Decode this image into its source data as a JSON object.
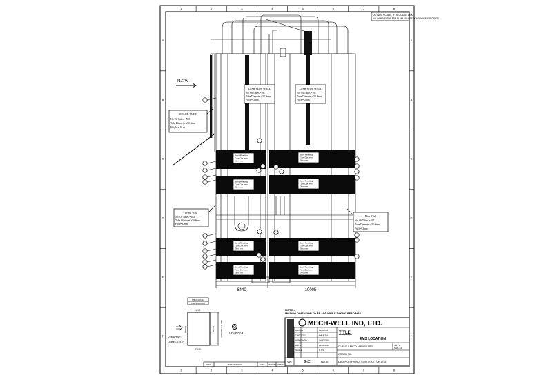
{
  "notice": {
    "line1": "DO NOT SCALE, IF IN DOUBT ASK",
    "line2": "ALL DIMENSIONS ARE IN MM UNLESS OTHERWISE SPECIFIED"
  },
  "zones": {
    "columns": [
      "1",
      "2",
      "3",
      "4",
      "5",
      "6",
      "7",
      "8"
    ],
    "rows": [
      "A",
      "B",
      "C",
      "D",
      "E",
      "F"
    ]
  },
  "flow_label": "FLOW",
  "ltsh_left": {
    "title": "LTSH SIDE WALL",
    "tubes": "No. Of Tubes =181",
    "diameter": "Tube Diameter ø50.8mm",
    "pitch": "Pitch=92mm"
  },
  "ltsh_right": {
    "title": "LTSH SIDE WALL",
    "tubes": "No. Of Tubes =181",
    "diameter": "Tube Diameter ø50.8mm",
    "pitch": "Pitch=92mm"
  },
  "boiler_tube": {
    "title": "BOILER TUBE",
    "tubes": "No. Of Tubes =780",
    "diameter": "Tube Diameter ø50.8mm",
    "height": "Height = 10 m"
  },
  "front_wall_left": {
    "title": "Front Wall",
    "tubes": "No. Of Tubes =104",
    "diameter": "Tube Diameter ø50.8mm",
    "pitch": "Pitch=92mm"
  },
  "front_wall_right": {
    "title": "Rear Wall",
    "tubes": "No. Of Tubes =104",
    "diameter": "Tube Diameter ø50.8mm",
    "pitch": "Pitch=92mm"
  },
  "band_label": {
    "line1": "Band Reading",
    "line2": "Tube Dia. mm",
    "line3": "Elev. mm"
  },
  "dimensions": {
    "left": "6440",
    "right": "10005"
  },
  "plan": {
    "top1": "T/B=6440mm",
    "top2": "L/B=10005mm",
    "lhs": "LHS",
    "rhs": "RHS",
    "front": "FRONT",
    "rear": "REAR",
    "depth": "DEPTH=10005mm",
    "viewing": "VIEWING",
    "direction": "DIRECTION",
    "chimney": "CHIMNEY"
  },
  "title_block": {
    "note_label": "NOTE:-",
    "note": "MISSING DIMENSION TO BE ADD WHILE TAKING READINGS.",
    "company": "MECH-WELL IND, LTD.",
    "rows": [
      {
        "label": "DRAWN",
        "value": "MAHESH"
      },
      {
        "label": "CHECKED",
        "value": "MAHESH"
      },
      {
        "label": "APPROVED",
        "value": "SANTOSH"
      },
      {
        "label": "DATE",
        "value": "21/09/2015"
      },
      {
        "label": "SCALE",
        "value": "N.T.S."
      }
    ],
    "title_label": "TITLE:",
    "title": "EMS LOCATION",
    "client": "CLIENT: LANCO ANPARA TPP.",
    "sheet": "SHT 1",
    "sheet2": "SIZE A3",
    "order": "ORDER NO.",
    "size_label": "SIZE",
    "rev": "REV-00",
    "drawing_no": "DRG.NO.:MW/NDT/EMS LOG/1 OF 1/15"
  },
  "revision_table": {
    "zone": "ZONE",
    "description": "DESCRIPTION",
    "date": "DATE",
    "drawn": "DRAWN",
    "approved": "APPRD."
  }
}
